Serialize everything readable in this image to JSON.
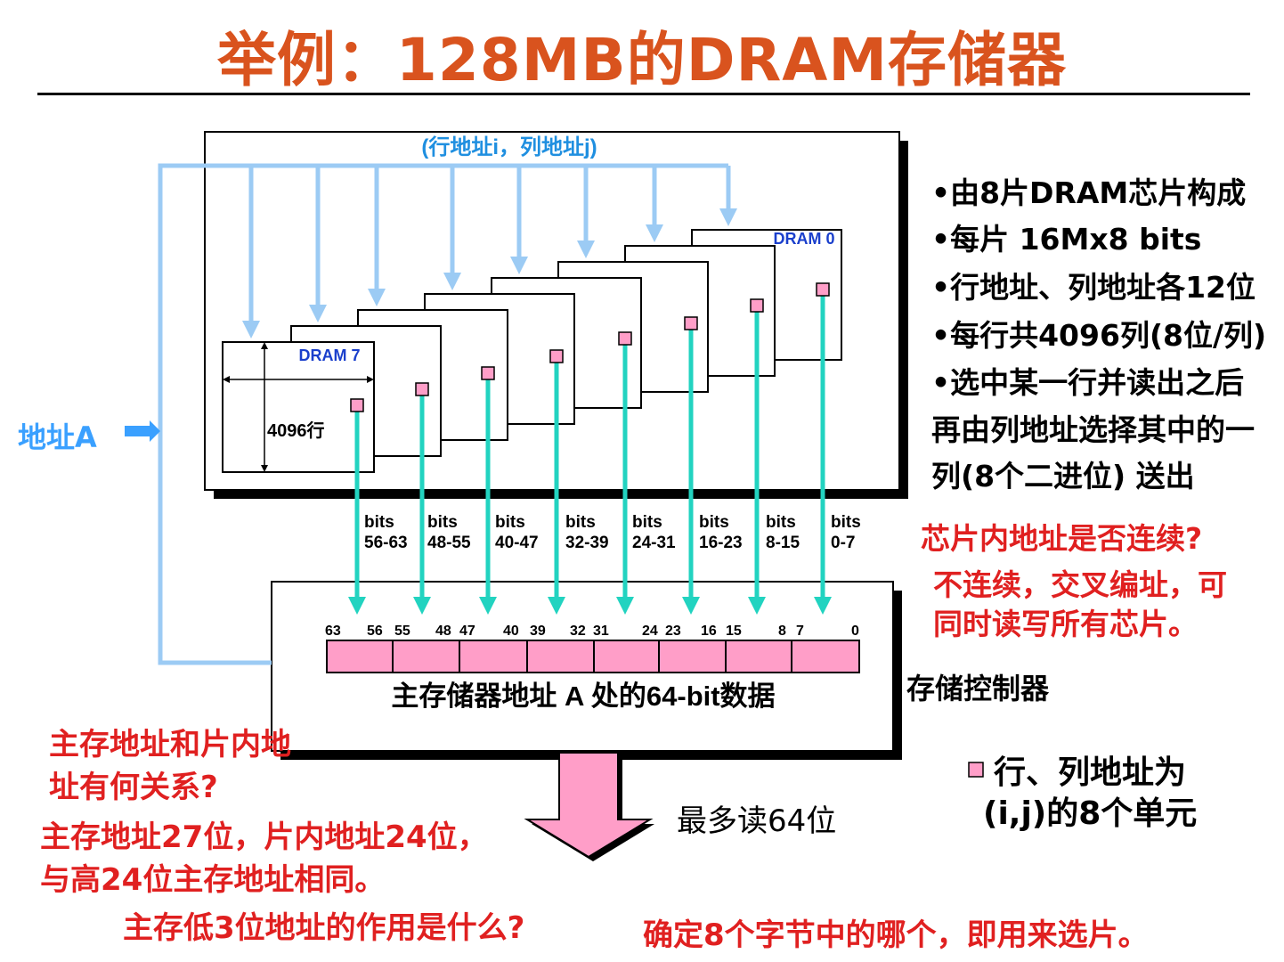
{
  "title": "举例：128MB的DRAM存储器",
  "address_input": {
    "label": "地址A"
  },
  "row_col_label": "(行地址i，列地址j)",
  "chips": {
    "first_label": "DRAM 0",
    "last_label": "DRAM 7",
    "rows_label": "4096行",
    "bit_groups": [
      {
        "line1": "bits",
        "line2": "56-63"
      },
      {
        "line1": "bits",
        "line2": "48-55"
      },
      {
        "line1": "bits",
        "line2": "40-47"
      },
      {
        "line1": "bits",
        "line2": "32-39"
      },
      {
        "line1": "bits",
        "line2": "24-31"
      },
      {
        "line1": "bits",
        "line2": "16-23"
      },
      {
        "line1": "bits",
        "line2": "8-15"
      },
      {
        "line1": "bits",
        "line2": "0-7"
      }
    ]
  },
  "register": {
    "bit_labels": [
      "63",
      "56",
      "55",
      "48",
      "47",
      "40",
      "39",
      "32",
      "31",
      "24",
      "23",
      "16",
      "15",
      "8",
      "7",
      "0"
    ],
    "caption": "主存储器地址 A 处的64-bit数据"
  },
  "controller_label": "存储控制器",
  "read_label": "最多读64位",
  "bullets": [
    "•由8片DRAM芯片构成",
    "•每片 16Mx8 bits",
    "•行地址、列地址各12位",
    "•每行共4096列(8位/列)",
    "•选中某一行并读出之后",
    "再由列地址选择其中的一",
    "列(8个二进位) 送出"
  ],
  "question_continuity": "芯片内地址是否连续?",
  "answer_continuity": [
    "不连续，交叉编址，可",
    "同时读写所有芯片。"
  ],
  "legend": {
    "line1": "行、列地址为",
    "line2": "(i,j)的8个单元"
  },
  "question_relation": [
    "主存地址和片内地",
    "址有何关系?"
  ],
  "answer_relation": [
    "主存地址27位，片内地址24位，",
    "与高24位主存地址相同。"
  ],
  "question_low_bits": "主存低3位地址的作用是什么?",
  "answer_low_bits": "确定8个字节中的哪个，即用来选片。",
  "colors": {
    "title": "#d9531e",
    "accent_red": "#e02020",
    "address_blue": "#9ccbf4",
    "data_line": "#22d3c0",
    "cell_pink": "#ff9ec8",
    "label_blue": "#1a3fcc"
  }
}
